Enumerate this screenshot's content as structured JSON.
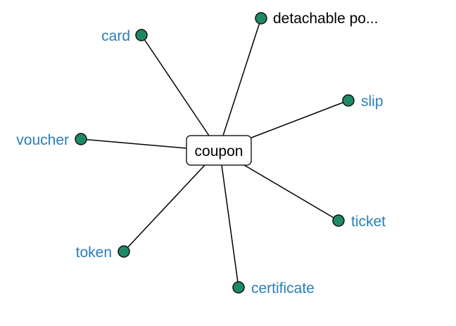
{
  "colors": {
    "node_fill": "#1e8a63",
    "link_label": "#2a7db8",
    "plain_label": "#000000"
  },
  "center": {
    "label": "coupon"
  },
  "nodes": [
    {
      "label": "card",
      "style": "link"
    },
    {
      "label": "detachable po...",
      "style": "plain"
    },
    {
      "label": "slip",
      "style": "link"
    },
    {
      "label": "voucher",
      "style": "link"
    },
    {
      "label": "ticket",
      "style": "link"
    },
    {
      "label": "token",
      "style": "link"
    },
    {
      "label": "certificate",
      "style": "link"
    }
  ]
}
